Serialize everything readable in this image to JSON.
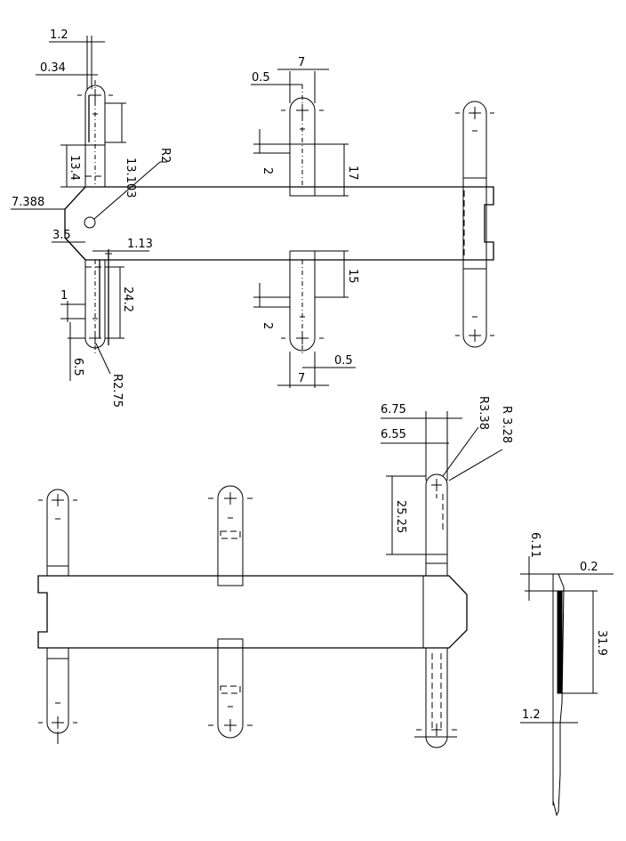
{
  "dimensions": {
    "top_view": {
      "d_1_2": "1.2",
      "d_0_34": "0.34",
      "d_13_4": "13.4",
      "d_13_103": "13.103",
      "d_r2": "R2",
      "d_7_388": "7.388",
      "d_3_5": "3.5",
      "d_1_13": "1.13",
      "d_1": "1",
      "d_24_2": "24.2",
      "d_6_5": "6.5",
      "d_r2_75": "R2.75",
      "d_0_5_top": "0.5",
      "d_7_top": "7",
      "d_2_top": "2",
      "d_17": "17",
      "d_15": "15",
      "d_2_bot": "2",
      "d_0_5_bot": "0.5",
      "d_7_bot": "7"
    },
    "bottom_view": {
      "d_6_75": "6.75",
      "d_6_55": "6.55",
      "d_r3_38": "R3.38",
      "d_r3_28": "R 3.28",
      "d_25_25": "25.25"
    },
    "side_view": {
      "d_6_11": "6.11",
      "d_0_2": "0.2",
      "d_31_9": "31.9",
      "d_1_2": "1.2"
    }
  }
}
